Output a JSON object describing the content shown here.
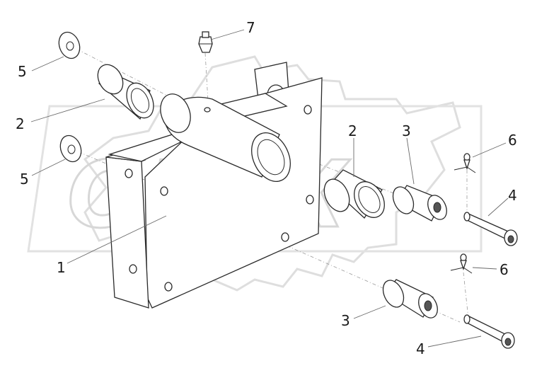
{
  "watermark": {
    "text": "OPEX"
  },
  "callouts": {
    "c1": "1",
    "c2a": "2",
    "c2b": "2",
    "c3a": "3",
    "c3b": "3",
    "c4a": "4",
    "c4b": "4",
    "c5a": "5",
    "c5b": "5",
    "c6a": "6",
    "c6b": "6",
    "c7": "7"
  }
}
